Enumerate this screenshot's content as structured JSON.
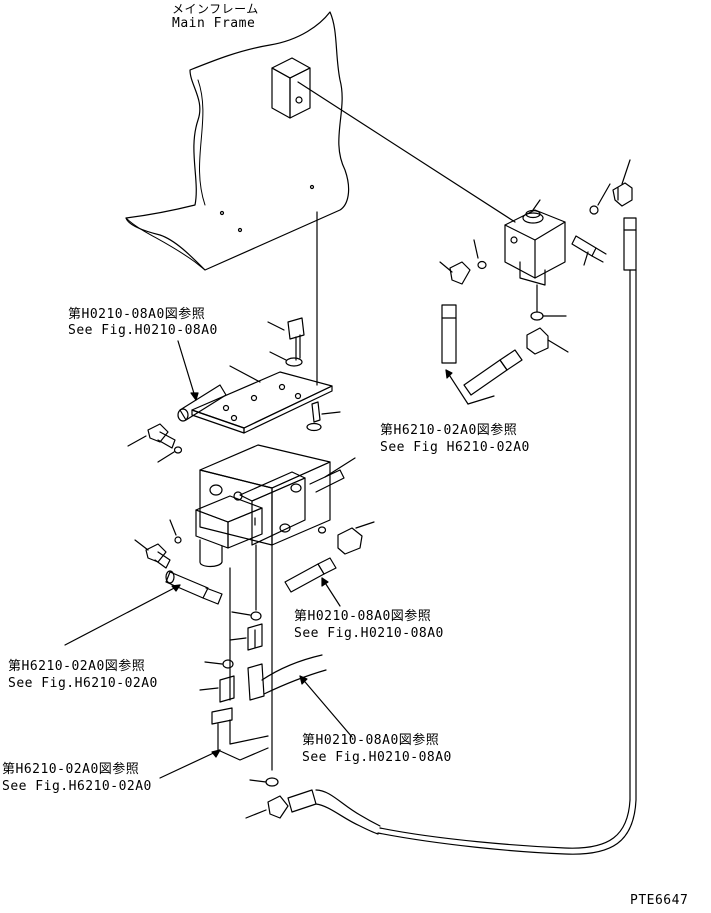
{
  "labels": {
    "main_frame_jp": "メインフレーム",
    "main_frame_en": "Main Frame",
    "ref1_jp": "第H0210-08A0図参照",
    "ref1_en": "See Fig.H0210-08A0",
    "ref2_jp": "第H6210-02A0図参照",
    "ref2_en": "See Fig H6210-02A0",
    "ref3_jp": "第H0210-08A0図参照",
    "ref3_en": "See Fig.H0210-08A0",
    "ref4_jp": "第H6210-02A0図参照",
    "ref4_en": "See Fig.H6210-02A0",
    "ref5_jp": "第H0210-08A0図参照",
    "ref5_en": "See Fig.H0210-08A0",
    "ref6_jp": "第H6210-02A0図参照",
    "ref6_en": "See Fig.H6210-02A0",
    "figure_code": "PTE6647"
  },
  "colors": {
    "ink": "#000000",
    "paper": "#ffffff"
  }
}
